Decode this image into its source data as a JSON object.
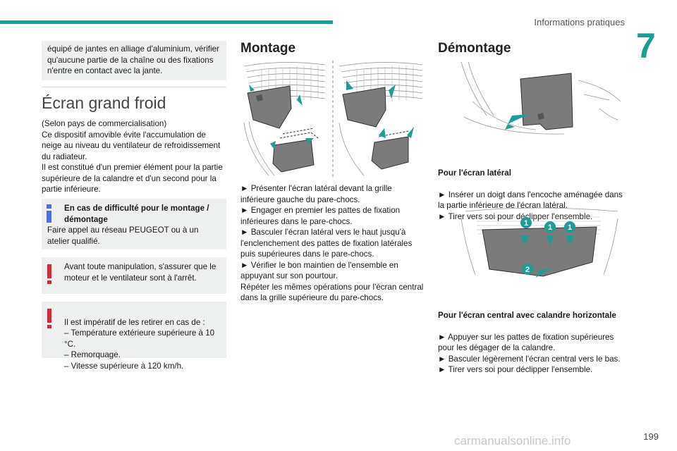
{
  "header": {
    "section": "Informations pratiques",
    "chapter": "7"
  },
  "col1": {
    "continued_text": "équipé de jantes en alliage d'aluminium, vérifier qu'aucune partie de la chaîne ou des fixations n'entre en contact avec la jante.",
    "title": "Écran grand froid",
    "intro": "(Selon pays de commercialisation)\nCe dispositif amovible évite l'accumulation de neige au niveau du ventilateur de refroidissement du radiateur.\nIl est constitué d'un premier élément pour la partie supérieure de la calandre et d'un second pour la partie inférieure.",
    "info_title": "En cas de difficulté pour le montage / démontage",
    "info_body": "Faire appel au réseau PEUGEOT ou à un atelier qualifié.",
    "warning1": "Avant toute manipulation, s'assurer que le moteur et le ventilateur sont à l'arrêt.",
    "warning2": "Il est impératif de les retirer en cas de :\n–  Température extérieure supérieure à 10 °C.\n–  Remorquage.\n–  Vitesse supérieure à 120 km/h."
  },
  "col2": {
    "title": "Montage",
    "body": "►  Présenter l'écran latéral devant la grille inférieure gauche du pare-chocs.\n►  Engager en premier les pattes de fixation inférieures dans le pare-chocs.\n►  Basculer l'écran latéral vers le haut jusqu'à l'enclenchement des pattes de fixation latérales puis supérieures dans le pare-chocs.\n►  Vérifier le bon maintien de l'ensemble en appuyant sur son pourtour.\nRépéter les mêmes opérations pour l'écran central dans la grille supérieure du pare-chocs."
  },
  "col3": {
    "title": "Démontage",
    "sub1_title": "Pour l'écran latéral",
    "sub1_body": "►  Insérer un doigt dans l'encoche aménagée dans la partie inférieure de l'écran latéral.\n►  Tirer vers soi pour déclipper l'ensemble.",
    "sub2_title": "Pour l'écran central avec calandre horizontale",
    "sub2_body": "►  Appuyer sur les pattes de fixation supérieures pour les dégager de la calandre.\n►  Basculer légèrement l'écran central vers le bas.\n►  Tirer vers soi pour déclipper l'ensemble.",
    "callouts": [
      "1",
      "1",
      "1",
      "2"
    ]
  },
  "footer": {
    "page_number": "199",
    "watermark": "carmanualsonline.info"
  },
  "colors": {
    "accent": "#1e9c96",
    "info": "#4a6fe0",
    "warning": "#e0243a",
    "box_bg": "#eeefef"
  }
}
